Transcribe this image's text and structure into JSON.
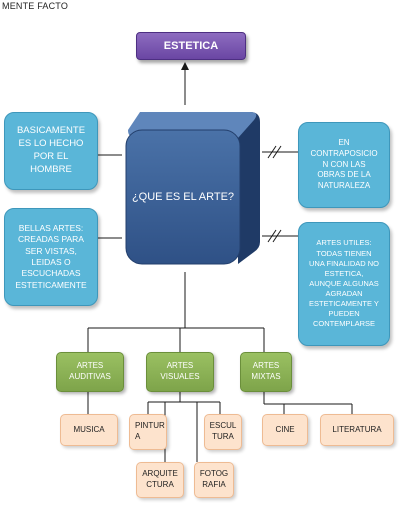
{
  "header": {
    "title": "MENTE FACTO"
  },
  "nodes": {
    "top": "ESTETICA",
    "center": "¿QUE ES EL ARTE?",
    "left_top": "BASICAMENTE\nES LO HECHO\nPOR EL\nHOMBRE",
    "left_bottom": "BELLAS ARTES:\nCREADAS PARA\nSER VISTAS,\nLEIDAS O\nESCUCHADAS\nESTETICAMENTE",
    "right_top": "EN\nCONTRAPOSICIO\nN CON LAS\nOBRAS DE LA\nNATURALEZA",
    "right_bottom": "ARTES UTILES:\nTODAS TIENEN\nUNA FINALIDAD NO\nESTETICA,\nAUNQUE ALGUNAS\nAGRADAN\nESTETICAMENTE Y\nPUEDEN\nCONTEMPLARSE"
  },
  "categories": [
    {
      "label": "ARTES\nAUDITIVAS"
    },
    {
      "label": "ARTES\nVISUALES"
    },
    {
      "label": "ARTES\nMIXTAS"
    }
  ],
  "leaves": {
    "musica": "MUSICA",
    "pintura": "PINTUR\nA",
    "escultura": "ESCUL\nTURA",
    "arquitectura": "ARQUITE\nCTURA",
    "fotografia": "FOTOG\nRAFIA",
    "cine": "CINE",
    "literatura": "LITERATURA"
  },
  "colors": {
    "purple": "#7b58b3",
    "blue": "#5ab6d8",
    "center": "#3a5e92",
    "green": "#8db257",
    "peach": "#fde3cd",
    "line": "#1a1a1a"
  }
}
